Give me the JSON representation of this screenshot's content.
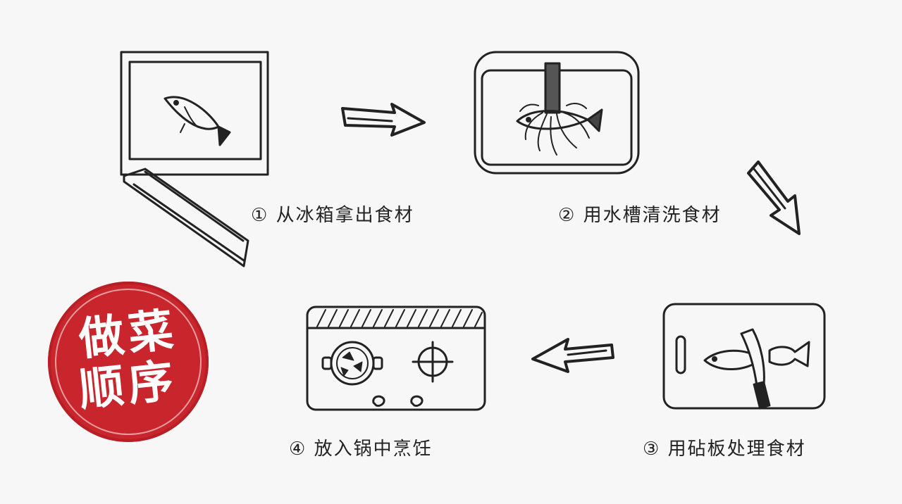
{
  "steps": [
    {
      "label": "① 从冰箱拿出食材"
    },
    {
      "label": "② 用水槽清洗食材"
    },
    {
      "label": "③ 用砧板处理食材"
    },
    {
      "label": "④ 放入锅中烹饪"
    }
  ],
  "badge": {
    "line1": "做菜",
    "line2": "顺序",
    "color": "#c8252c"
  },
  "colors": {
    "ink": "#222222",
    "background": "#f7f7f7"
  }
}
